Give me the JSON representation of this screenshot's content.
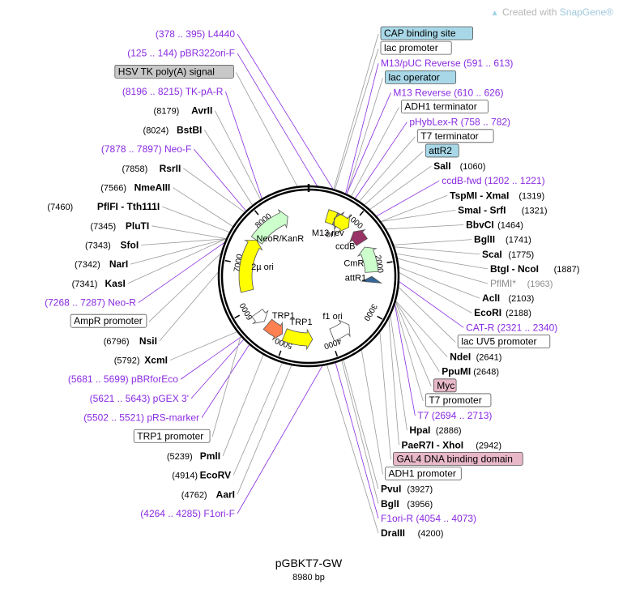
{
  "watermark": {
    "text": "Created with",
    "brand": "SnapGene®",
    "icon": "snapgene-logo-icon"
  },
  "plasmid": {
    "name": "pGBKT7-GW",
    "size_label": "8980 bp",
    "length": 8980
  },
  "ring_ticks": [
    {
      "label": "1000",
      "pos": 1000
    },
    {
      "label": "2000",
      "pos": 2000
    },
    {
      "label": "3000",
      "pos": 3000
    },
    {
      "label": "4000",
      "pos": 4000
    },
    {
      "label": "5000",
      "pos": 5000
    },
    {
      "label": "6000",
      "pos": 6000
    },
    {
      "label": "7000",
      "pos": 7000
    },
    {
      "label": "8000",
      "pos": 8000
    }
  ],
  "features": [
    {
      "name": "ori",
      "start": 420,
      "end": 980,
      "color": "#ffff00",
      "dir": 1,
      "label": "ori"
    },
    {
      "name": "M13 rev",
      "start": 591,
      "end": 613,
      "color": "#888888",
      "dir": -1,
      "label": "M13 rev"
    },
    {
      "name": "ccdB",
      "start": 1130,
      "end": 1430,
      "color": "#993366",
      "dir": -1,
      "label": "ccdB"
    },
    {
      "name": "CmR",
      "start": 1560,
      "end": 2150,
      "color": "#ccffcc",
      "dir": -1,
      "label": "CmR"
    },
    {
      "name": "attR1",
      "start": 2250,
      "end": 2380,
      "color": "#336699",
      "dir": -1,
      "label": "attR1"
    },
    {
      "name": "f1 ori",
      "start": 3500,
      "end": 3950,
      "color": "#ffffff",
      "dir": -1,
      "label": "f1 ori"
    },
    {
      "name": "TRP1",
      "start": 4400,
      "end": 5050,
      "color": "#ffff00",
      "dir": -1,
      "label": "TRP1"
    },
    {
      "name": "TRP1 cds",
      "start": 5100,
      "end": 5500,
      "color": "#ff8050",
      "dir": -1,
      "label": "TRP1"
    },
    {
      "name": "TRP1 promoter",
      "start": 5600,
      "end": 5850,
      "color": "#ffffff",
      "dir": -1,
      "label": ""
    },
    {
      "name": "2µ ori",
      "start": 6400,
      "end": 7600,
      "color": "#ffff00",
      "dir": 1,
      "label": "2µ ori"
    },
    {
      "name": "NeoR/KanR",
      "start": 7600,
      "end": 8500,
      "color": "#ccffcc",
      "dir": 1,
      "label": "NeoR/KanR"
    }
  ],
  "right_labels": [
    {
      "text": "CAP binding site",
      "kind": "feature",
      "fill": "#a8d8e8",
      "pos": 400
    },
    {
      "text": "lac promoter",
      "kind": "feature",
      "fill": "#ffffff",
      "pos": 420
    },
    {
      "text": "M13/pUC Reverse",
      "range": "(591 .. 613)",
      "kind": "primer",
      "pos": 600
    },
    {
      "text": "lac operator",
      "kind": "feature",
      "fill": "#a8d8e8",
      "pos": 620
    },
    {
      "text": "M13 Reverse",
      "range": "(610 .. 626)",
      "kind": "primer",
      "pos": 618
    },
    {
      "text": "ADH1 terminator",
      "kind": "feature",
      "fill": "#ffffff",
      "pos": 700
    },
    {
      "text": "pHybLex-R",
      "range": "(758 .. 782)",
      "kind": "primer",
      "pos": 770
    },
    {
      "text": "T7 terminator",
      "kind": "feature",
      "fill": "#ffffff",
      "pos": 850
    },
    {
      "text": "attR2",
      "kind": "feature",
      "fill": "#a8d8e8",
      "pos": 950
    },
    {
      "text": "SalI",
      "num": "(1060)",
      "kind": "enzyme",
      "pos": 1060
    },
    {
      "text": "ccdB-fwd",
      "range": "(1202 .. 1221)",
      "kind": "primer",
      "pos": 1210
    },
    {
      "text": "TspMI - XmaI",
      "num": "(1319)",
      "kind": "enzyme",
      "pos": 1319
    },
    {
      "text": "SmaI - SrfI",
      "num": "(1321)",
      "kind": "enzyme",
      "pos": 1321
    },
    {
      "text": "BbvCI",
      "num": "(1464)",
      "kind": "enzyme",
      "pos": 1464
    },
    {
      "text": "BglII",
      "num": "(1741)",
      "kind": "enzyme",
      "pos": 1741
    },
    {
      "text": "ScaI",
      "num": "(1775)",
      "kind": "enzyme",
      "pos": 1775
    },
    {
      "text": "BtgI - NcoI",
      "num": "(1887)",
      "kind": "enzyme",
      "pos": 1887
    },
    {
      "text": "PflMI*",
      "num": "(1963)",
      "kind": "enzyme-gray",
      "pos": 1963
    },
    {
      "text": "AclI",
      "num": "(2103)",
      "kind": "enzyme",
      "pos": 2103
    },
    {
      "text": "EcoRI",
      "num": "(2188)",
      "kind": "enzyme",
      "pos": 2188
    },
    {
      "text": "CAT-R",
      "range": "(2321 .. 2340)",
      "kind": "primer",
      "pos": 2330
    },
    {
      "text": "lac UV5 promoter",
      "kind": "feature",
      "fill": "#ffffff",
      "pos": 2420
    },
    {
      "text": "NdeI",
      "num": "(2641)",
      "kind": "enzyme",
      "pos": 2641
    },
    {
      "text": "PpuMI",
      "num": "(2648)",
      "kind": "enzyme",
      "pos": 2648
    },
    {
      "text": "Myc",
      "kind": "feature",
      "fill": "#e8b8c8",
      "pos": 2660
    },
    {
      "text": "T7 promoter",
      "kind": "feature",
      "fill": "#ffffff",
      "pos": 2690
    },
    {
      "text": "T7",
      "range": "(2694 .. 2713)",
      "kind": "primer",
      "pos": 2700
    },
    {
      "text": "HpaI",
      "num": "(2886)",
      "kind": "enzyme",
      "pos": 2886
    },
    {
      "text": "PaeR7I - XhoI",
      "num": "(2942)",
      "kind": "enzyme",
      "pos": 2942
    },
    {
      "text": "GAL4 DNA binding domain",
      "kind": "feature",
      "fill": "#e8b8c8",
      "pos": 3200
    },
    {
      "text": "ADH1 promoter",
      "kind": "feature",
      "fill": "#ffffff",
      "pos": 3600
    },
    {
      "text": "PvuI",
      "num": "(3927)",
      "kind": "enzyme",
      "pos": 3927
    },
    {
      "text": "BglI",
      "num": "(3956)",
      "kind": "enzyme",
      "pos": 3956
    },
    {
      "text": "F1ori-R",
      "range": "(4054 .. 4073)",
      "kind": "primer",
      "pos": 4060
    },
    {
      "text": "DraIII",
      "num": "(4200)",
      "kind": "enzyme",
      "pos": 4200
    }
  ],
  "left_labels": [
    {
      "text": "L4440",
      "range": "(378 .. 395)",
      "kind": "primer",
      "pos": 386
    },
    {
      "text": "pBR322ori-F",
      "range": "(125 .. 144)",
      "kind": "primer",
      "pos": 134
    },
    {
      "text": "HSV TK poly(A) signal",
      "kind": "feature",
      "fill": "#c8c8c8",
      "pos": 8800
    },
    {
      "text": "TK-pA-R",
      "range": "(8196 .. 8215)",
      "kind": "primer",
      "pos": 8205
    },
    {
      "text": "AvrII",
      "num": "(8179)",
      "kind": "enzyme",
      "pos": 8179
    },
    {
      "text": "BstBI",
      "num": "(8024)",
      "kind": "enzyme",
      "pos": 8024
    },
    {
      "text": "Neo-F",
      "range": "(7878 .. 7897)",
      "kind": "primer",
      "pos": 7888
    },
    {
      "text": "RsrII",
      "num": "(7858)",
      "kind": "enzyme",
      "pos": 7858
    },
    {
      "text": "NmeAIII",
      "num": "(7566)",
      "kind": "enzyme",
      "pos": 7566
    },
    {
      "text": "PflFI - Tth111I",
      "num": "(7460)",
      "kind": "enzyme",
      "pos": 7460
    },
    {
      "text": "PluTI",
      "num": "(7345)",
      "kind": "enzyme",
      "pos": 7345
    },
    {
      "text": "SfoI",
      "num": "(7343)",
      "kind": "enzyme",
      "pos": 7343
    },
    {
      "text": "NarI",
      "num": "(7342)",
      "kind": "enzyme",
      "pos": 7342
    },
    {
      "text": "KasI",
      "num": "(7341)",
      "kind": "enzyme",
      "pos": 7341
    },
    {
      "text": "Neo-R",
      "range": "(7268 .. 7287)",
      "kind": "primer",
      "pos": 7278
    },
    {
      "text": "AmpR promoter",
      "kind": "feature",
      "fill": "#ffffff",
      "pos": 7100
    },
    {
      "text": "NsiI",
      "num": "(6796)",
      "kind": "enzyme",
      "pos": 6796
    },
    {
      "text": "XcmI",
      "num": "(5792)",
      "kind": "enzyme",
      "pos": 5792
    },
    {
      "text": "pBRforEco",
      "range": "(5681 .. 5699)",
      "kind": "primer",
      "pos": 5690
    },
    {
      "text": "pGEX 3'",
      "range": "(5621 .. 5643)",
      "kind": "primer",
      "pos": 5632
    },
    {
      "text": "pRS-marker",
      "range": "(5502 .. 5521)",
      "kind": "primer",
      "pos": 5511
    },
    {
      "text": "TRP1 promoter",
      "kind": "feature",
      "fill": "#ffffff",
      "pos": 5700
    },
    {
      "text": "PmlI",
      "num": "(5239)",
      "kind": "enzyme",
      "pos": 5239
    },
    {
      "text": "EcoRV",
      "num": "(4914)",
      "kind": "enzyme",
      "pos": 4914
    },
    {
      "text": "AarI",
      "num": "(4762)",
      "kind": "enzyme",
      "pos": 4762
    },
    {
      "text": "F1ori-F",
      "range": "(4264 .. 4285)",
      "kind": "primer",
      "pos": 4274
    }
  ],
  "colors": {
    "enzyme_line": "#9a9a9a",
    "primer": "#8a2be2",
    "ring": "#000000",
    "gray_text": "#8c8c8c"
  }
}
